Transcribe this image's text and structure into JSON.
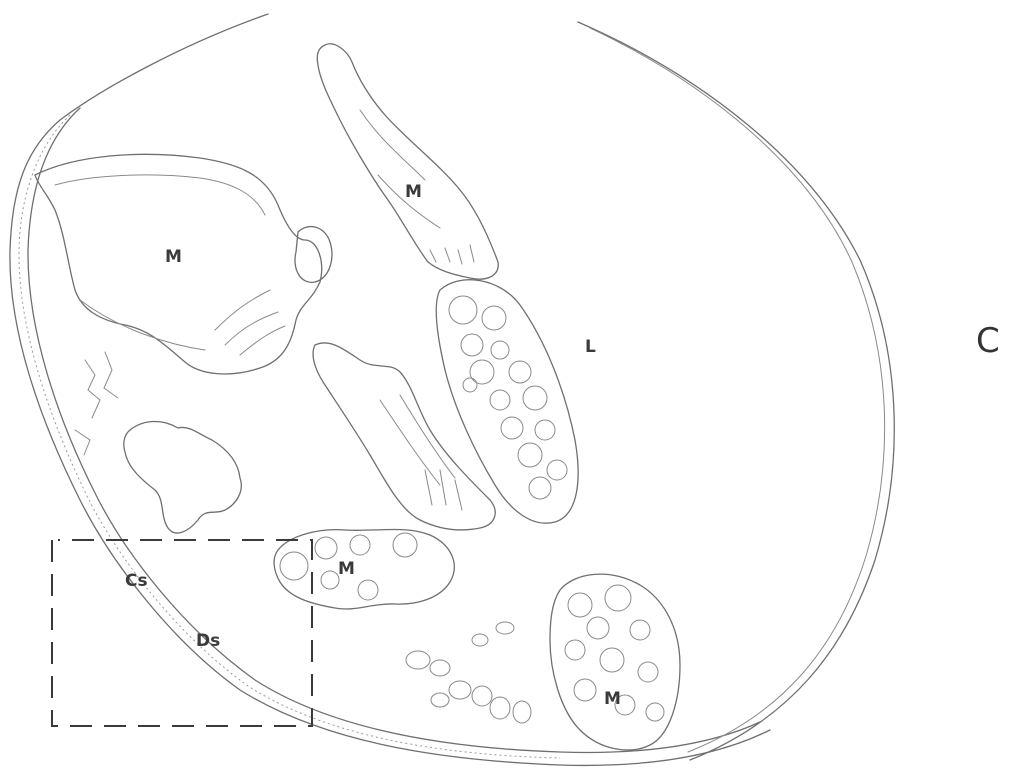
{
  "figure": {
    "panel_letter": "C",
    "labels": {
      "m1": "M",
      "m2": "M",
      "m3": "M",
      "m4": "M",
      "l": "L",
      "cs": "Cs",
      "ds": "Ds"
    }
  },
  "colors": {
    "paper": "#ffffff",
    "line": "#6f6f6f",
    "dashed_box": "#3a3a3a"
  }
}
